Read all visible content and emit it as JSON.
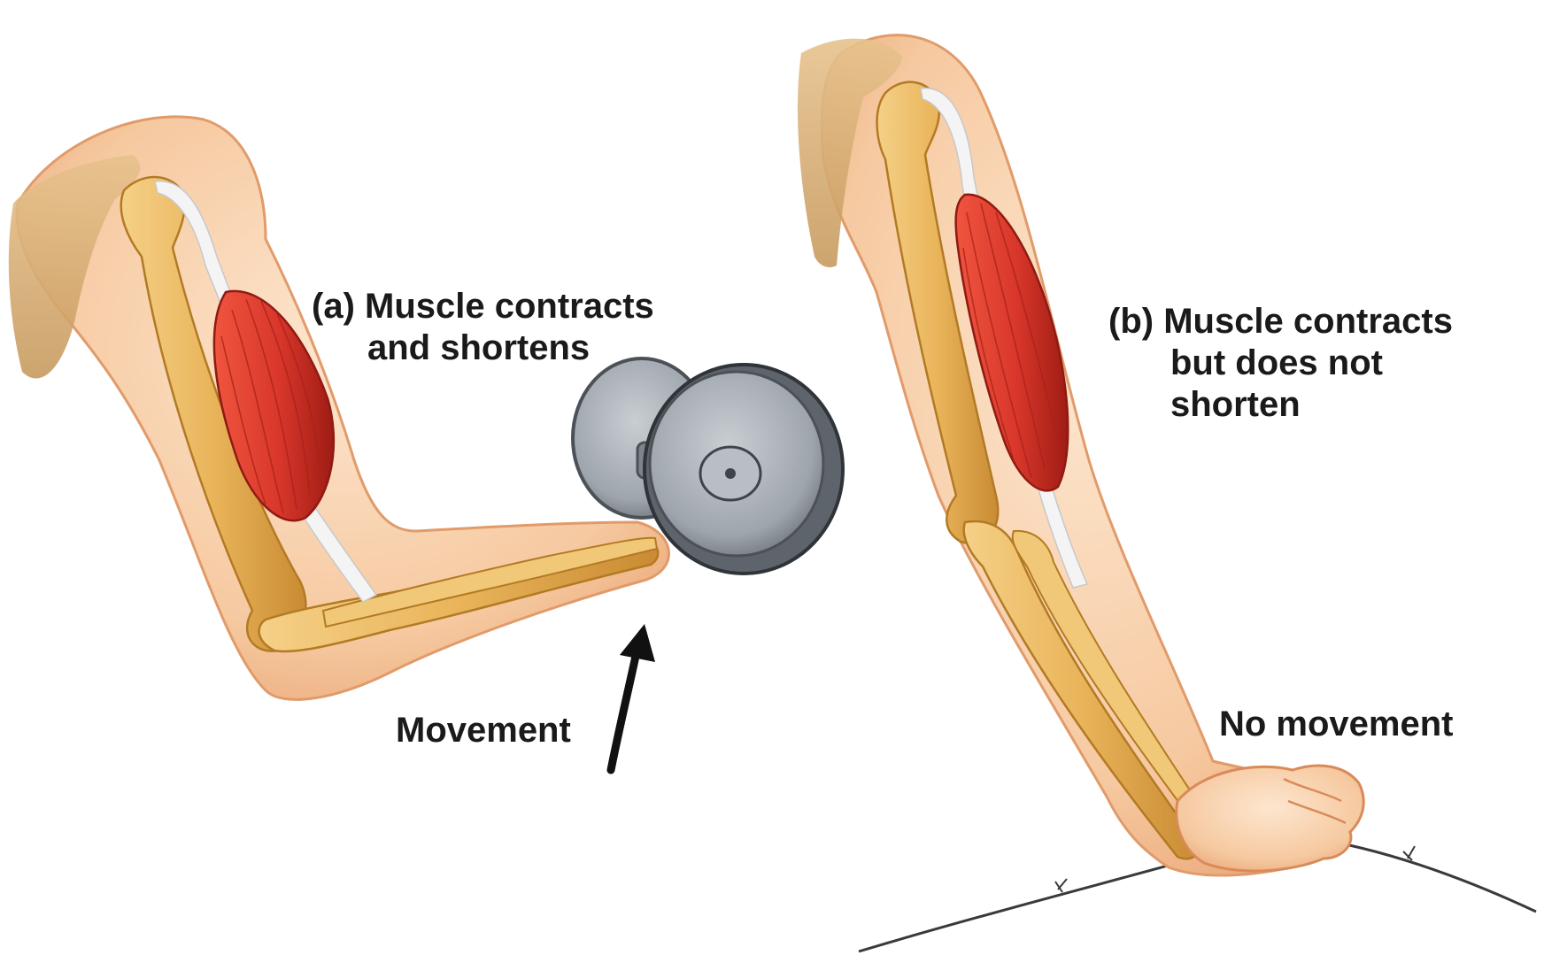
{
  "panel_a": {
    "label_lines": [
      "(a) Muscle contracts",
      "and shortens"
    ],
    "movement_text": "Movement"
  },
  "panel_b": {
    "label_lines": [
      "(b) Muscle contracts",
      "but does not",
      "shorten"
    ],
    "movement_text": "No movement"
  },
  "colors": {
    "skin": "#f6c9a0",
    "skin_shadow": "#e8a374",
    "bone": "#e9b45a",
    "bone_edge": "#b37a24",
    "muscle": "#d8362a",
    "muscle_dark": "#a01e16",
    "tendon": "#f4f4f4",
    "weight": "#9ea5ac",
    "weight_dark": "#4b5157",
    "arrow": "#111111"
  }
}
